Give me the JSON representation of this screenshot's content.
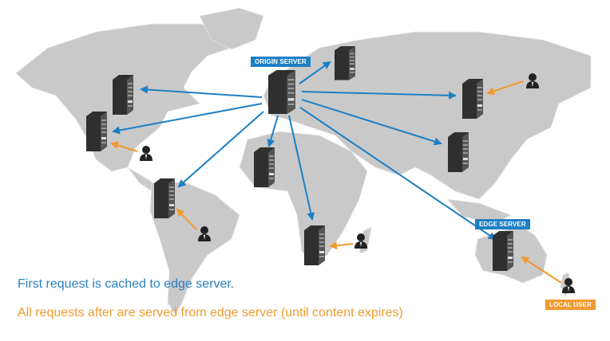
{
  "diagram": {
    "title": "CDN edge caching",
    "colors": {
      "request_arrow": "#1d7fc4",
      "local_arrow": "#f29a2e",
      "land": "#c9c9c9",
      "server": "#333333"
    },
    "labels": {
      "origin": "ORIGIN SERVER",
      "edge": "EDGE SERVER",
      "local_user": "LOCAL USER"
    },
    "captions": {
      "first": "First request is cached to edge server.",
      "after": "All requests after are served from edge server (until content expires)"
    },
    "nodes": [
      {
        "id": "origin",
        "kind": "server",
        "region": "Europe",
        "role": "origin"
      },
      {
        "id": "canada",
        "kind": "server",
        "region": "Canada"
      },
      {
        "id": "usa",
        "kind": "server",
        "region": "United States"
      },
      {
        "id": "scandinavia",
        "kind": "server",
        "region": "Scandinavia"
      },
      {
        "id": "westafrica",
        "kind": "server",
        "region": "West Africa"
      },
      {
        "id": "southamerica",
        "kind": "server",
        "region": "South America"
      },
      {
        "id": "southernafrica",
        "kind": "server",
        "region": "Southern Africa"
      },
      {
        "id": "russia",
        "kind": "server",
        "region": "Russia"
      },
      {
        "id": "china",
        "kind": "server",
        "region": "China"
      },
      {
        "id": "australia",
        "kind": "server",
        "region": "Australia",
        "role": "edge"
      },
      {
        "id": "user-usa",
        "kind": "user",
        "region": "United States"
      },
      {
        "id": "user-brazil",
        "kind": "user",
        "region": "Brazil"
      },
      {
        "id": "user-madagascar",
        "kind": "user",
        "region": "Madagascar"
      },
      {
        "id": "user-siberia",
        "kind": "user",
        "region": "Siberia"
      },
      {
        "id": "user-nz",
        "kind": "user",
        "region": "New Zealand",
        "role": "local-user"
      }
    ],
    "edges": [
      {
        "from": "origin",
        "to": "canada",
        "type": "request"
      },
      {
        "from": "origin",
        "to": "usa",
        "type": "request"
      },
      {
        "from": "origin",
        "to": "scandinavia",
        "type": "request"
      },
      {
        "from": "origin",
        "to": "westafrica",
        "type": "request"
      },
      {
        "from": "origin",
        "to": "southamerica",
        "type": "request"
      },
      {
        "from": "origin",
        "to": "southernafrica",
        "type": "request"
      },
      {
        "from": "origin",
        "to": "russia",
        "type": "request"
      },
      {
        "from": "origin",
        "to": "china",
        "type": "request"
      },
      {
        "from": "origin",
        "to": "australia",
        "type": "request"
      },
      {
        "from": "user-usa",
        "to": "usa",
        "type": "local"
      },
      {
        "from": "user-brazil",
        "to": "southamerica",
        "type": "local"
      },
      {
        "from": "user-madagascar",
        "to": "southernafrica",
        "type": "local"
      },
      {
        "from": "user-siberia",
        "to": "russia",
        "type": "local"
      },
      {
        "from": "user-nz",
        "to": "australia",
        "type": "local"
      }
    ]
  }
}
